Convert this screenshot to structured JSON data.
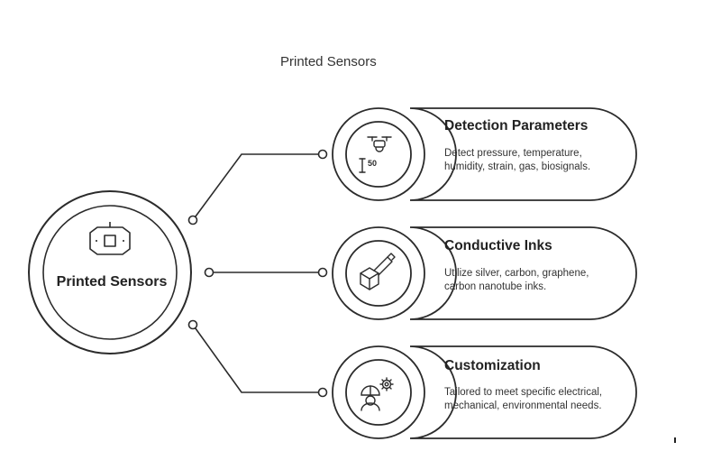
{
  "title": "Printed Sensors",
  "center": {
    "label": "Printed Sensors",
    "icon": "sensor-chip-icon"
  },
  "cards": [
    {
      "title": "Detection Parameters",
      "description": "Detect pressure, temperature, humidity, strain, gas, biosignals.",
      "icon": "drone-gauge-icon"
    },
    {
      "title": "Conductive Inks",
      "description": "Utilize silver, carbon, graphene, carbon nanotube inks.",
      "icon": "cube-ink-pen-icon"
    },
    {
      "title": "Customization",
      "description": "Tailored to meet specific electrical, mechanical, environmental needs.",
      "icon": "engineer-gear-icon"
    }
  ],
  "colors": {
    "stroke": "#2b2b2b",
    "background": "#ffffff",
    "text": "#222222"
  }
}
